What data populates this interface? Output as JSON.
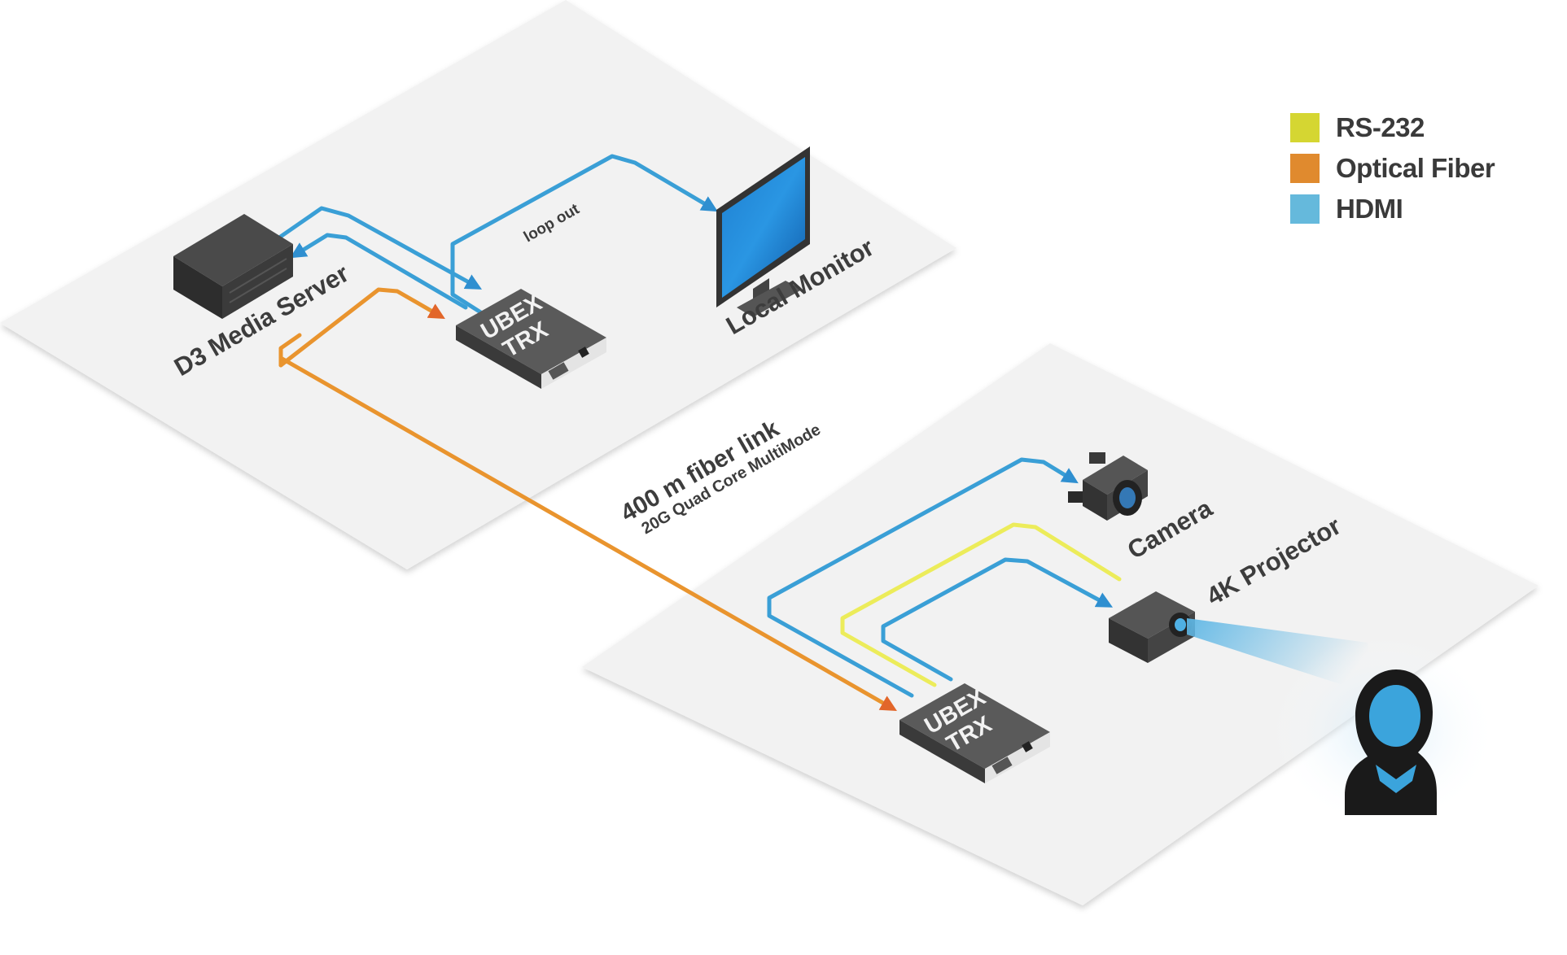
{
  "legend": [
    {
      "label": "RS-232",
      "color": "#d5d632"
    },
    {
      "label": "Optical Fiber",
      "color": "#e08a2e"
    },
    {
      "label": "HDMI",
      "color": "#65b9dc"
    }
  ],
  "labels": {
    "loop_out": "loop out",
    "local_monitor": "Local Monitor",
    "d3_media_server": "D3 Media Server",
    "ubex_trx_top_line1": "UBEX",
    "ubex_trx_top_line2": "TRX",
    "ubex_trx_bottom_line1": "UBEX",
    "ubex_trx_bottom_line2": "TRX",
    "fiber_link": "400 m fiber link",
    "fiber_spec": "20G Quad Core MultiMode",
    "camera": "Camera",
    "projector": "4K Projector"
  },
  "colors": {
    "platform": "#f1f1f1",
    "hdmi": "#3a9fd6",
    "fiber": "#e9942e",
    "rs232": "#ecec5a",
    "device": "#3a3a3a"
  }
}
